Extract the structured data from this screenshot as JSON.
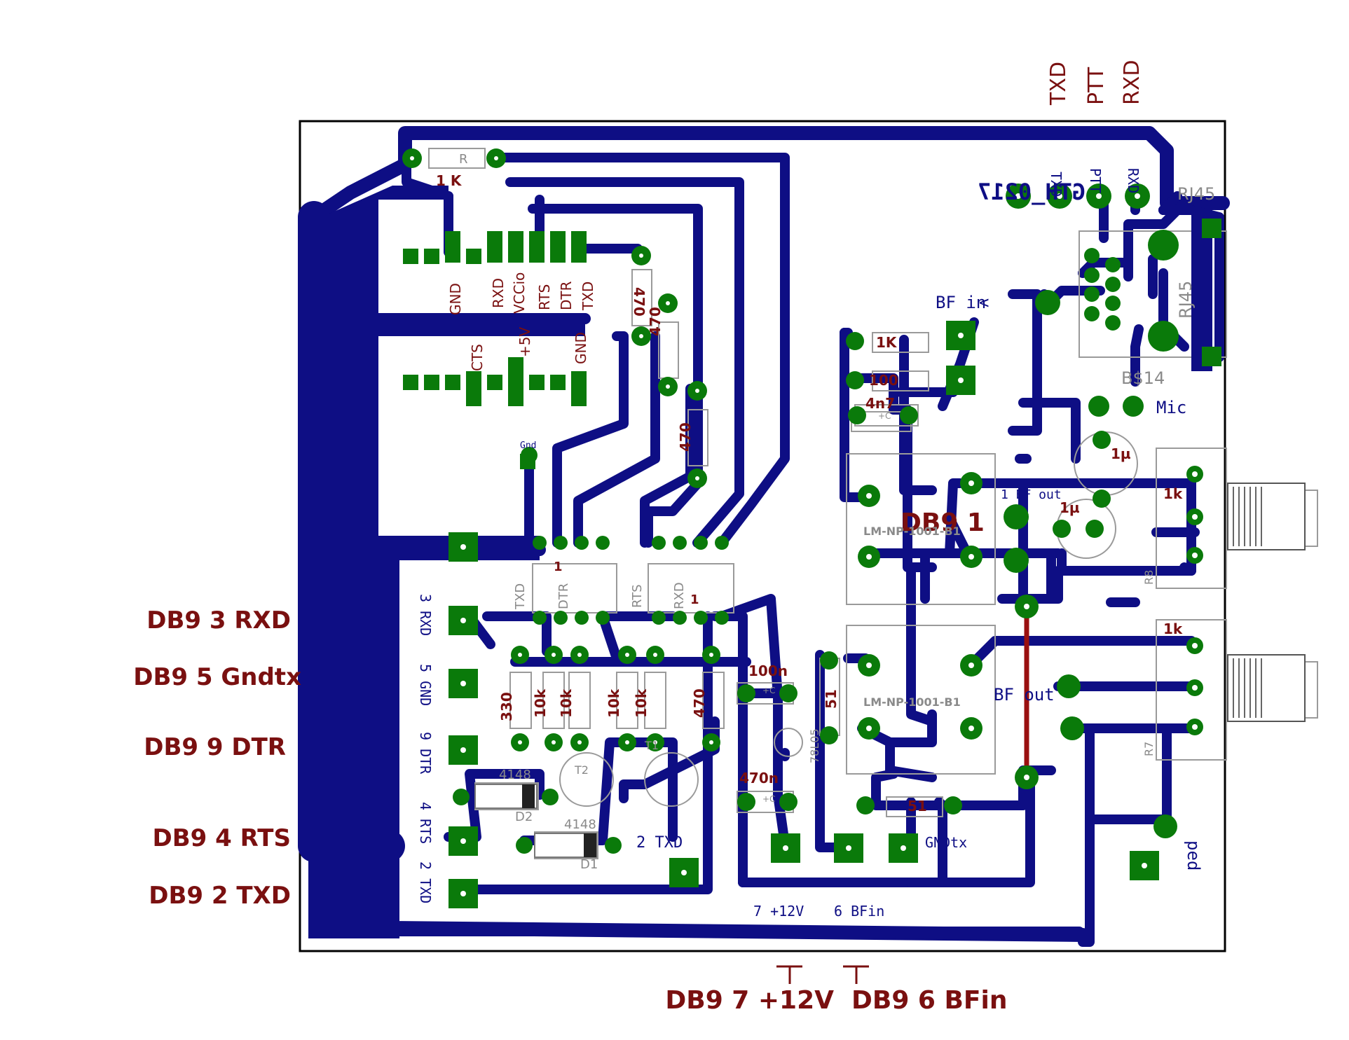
{
  "board": {
    "title": "GTH_0217",
    "colors": {
      "trace": "#0e0e84",
      "pad": "#0a7a0a",
      "label": "#7a1010",
      "silk": "#8a8a8a",
      "outline": "#000000"
    }
  },
  "external_labels": {
    "left": [
      "DB9 3 RXD",
      "DB9 5 Gndtx",
      "DB9 9 DTR",
      "DB9 4 RTS",
      "DB9 2 TXD"
    ],
    "bottom_left": "DB9 7 +12V",
    "bottom_right": "DB9 6 BFin",
    "top": [
      "TXD",
      "PTT",
      "RXD"
    ]
  },
  "header_labels": {
    "top_row": [
      "GND",
      "RXD",
      "VCCio",
      "RTS",
      "DTR",
      "TXD"
    ],
    "bottom_row": [
      "CTS",
      "+5V",
      "GND"
    ],
    "gnd_pad": "Gnd"
  },
  "navy_labels": {
    "rj45_pins": [
      "TXD",
      "PTT",
      "RXD"
    ],
    "bf_in": "BF in",
    "bf_in_arrow": "<",
    "mic": "Mic",
    "bf_out_1": "1 BF out",
    "bf_out_2": "BF out",
    "gndtx": "GNDtx",
    "txd2": "2 TXD",
    "ped": "ped",
    "bottom": [
      "6 BFin",
      "7 +12V"
    ],
    "db9_pins": [
      "3 RXD",
      "5 GND",
      "9 DTR",
      "4 RTS",
      "2 TXD"
    ]
  },
  "component_labels": {
    "r_1k": "1 K",
    "r": "R",
    "r_470_a": "470",
    "r_470_b": "470",
    "r_470_c": "470",
    "r_1k_b": "1K",
    "r_100": "100",
    "c_4n7": "4n7",
    "c_1u_a": "1µ",
    "c_1u_b": "1µ",
    "r_330": "330",
    "r_10k": "10k",
    "r_470_d": "470",
    "c_100n": "100n",
    "c_470n": "470n",
    "r_51_a": "51",
    "r_51_b": "51",
    "vreg": "78L05",
    "d_4148": "4148",
    "d2": "D2",
    "d1": "D1",
    "t1": "T1",
    "t2": "T2",
    "rj45": "RJ45",
    "bs14": "B$14",
    "db9_1": "DB9 1",
    "lm_np": "LM-NP-1001-B1",
    "r8": "R8",
    "r7": "R7",
    "pot_1k": "1k",
    "ic_pin1": "1",
    "ic_txd": "TXD",
    "ic_dtr": "DTR",
    "ic_rts": "RTS",
    "ic_rxd": "RXD",
    "c_plus": "+C"
  }
}
